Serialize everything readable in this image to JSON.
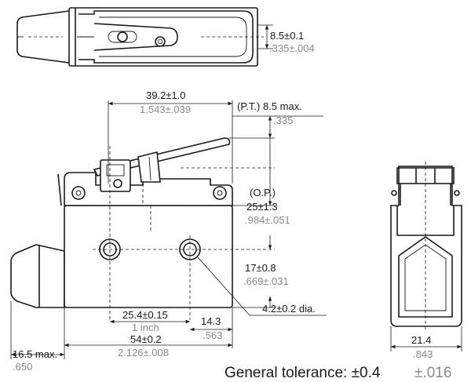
{
  "dims": {
    "lever_height": {
      "metric": "8.5±0.1",
      "inch": ".335±.004"
    },
    "overall_width": {
      "metric": "39.2±1.0",
      "inch": "1.543±.039"
    },
    "pretravel": {
      "metric": "(P.T.) 8.5 max.",
      "inch": ".335"
    },
    "operating_position": {
      "label": "(O.P.)",
      "metric": "25±1.3",
      "inch": ".984±.051"
    },
    "hole_height": {
      "metric": "17±0.8",
      "inch": ".669±.031"
    },
    "hole_dia": {
      "metric": "4.2±0.2 dia."
    },
    "hole_pitch": {
      "metric": "25.4±0.15",
      "inch": "1 inch"
    },
    "hole_offset": {
      "metric": "14.3",
      "inch": ".563"
    },
    "body_length": {
      "metric": "54±0.2",
      "inch": "2.126±.008"
    },
    "plunger": {
      "metric": "16.5 max.",
      "inch": ".650"
    },
    "side_width": {
      "metric": "21.4",
      "inch": ".843"
    }
  },
  "tolerance": {
    "label": "General tolerance: ±0.4",
    "inch": "±.016"
  }
}
